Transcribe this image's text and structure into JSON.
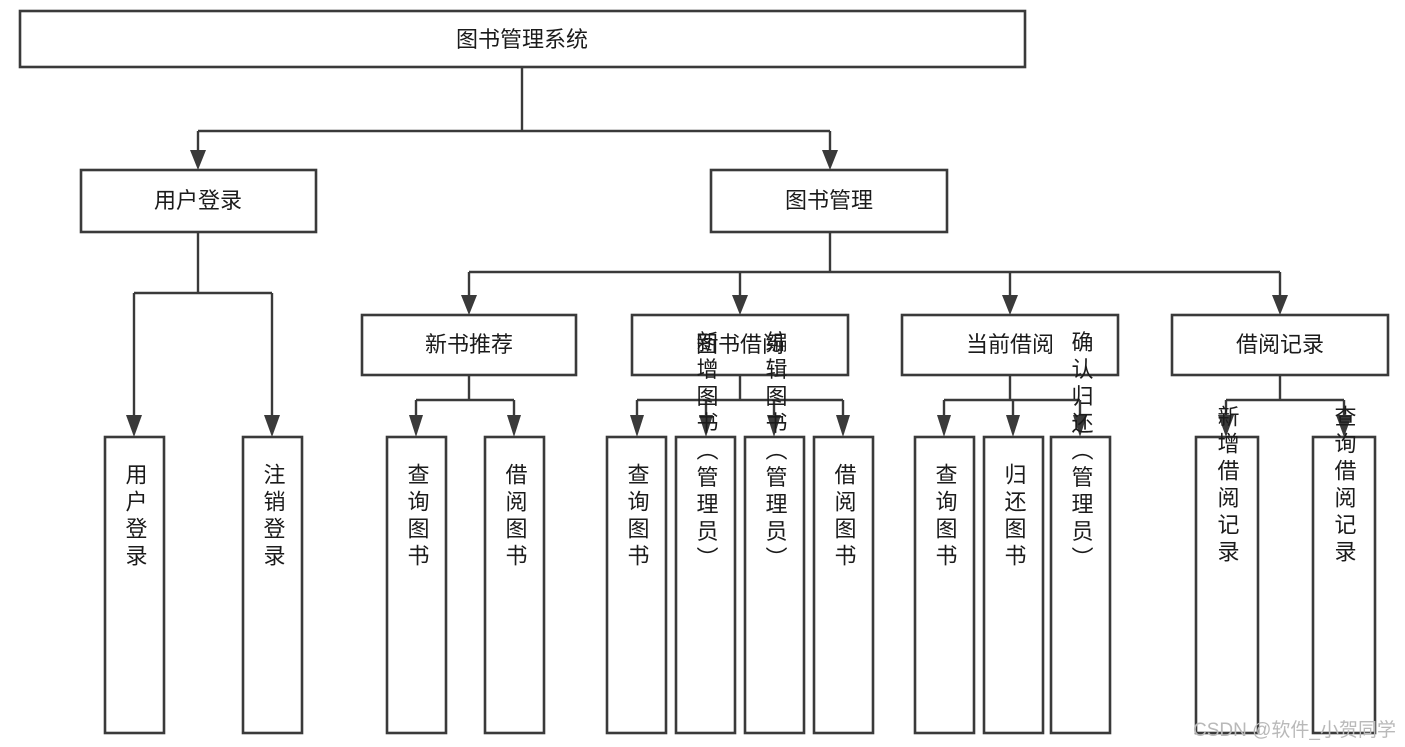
{
  "diagram": {
    "title": "图书管理系统",
    "type": "tree-hierarchy-chart",
    "orientation": "top-down",
    "colors": {
      "box_stroke": "#3a3a3a",
      "box_fill": "#ffffff",
      "text": "#1b1b1b",
      "connector": "#3a3a3a",
      "watermark": "#b9b9b9",
      "background": "#ffffff"
    },
    "root": {
      "label": "图书管理系统"
    },
    "level2": [
      {
        "label": "用户登录"
      },
      {
        "label": "图书管理"
      }
    ],
    "level3": [
      {
        "label": "新书推荐"
      },
      {
        "label": "图书借阅"
      },
      {
        "label": "当前借阅"
      },
      {
        "label": "借阅记录"
      }
    ],
    "leaves": {
      "user_login": [
        {
          "label": "用户登录"
        },
        {
          "label": "注销登录"
        }
      ],
      "new_book_recommend": [
        {
          "label": "查询图书"
        },
        {
          "label": "借阅图书"
        }
      ],
      "book_borrow": [
        {
          "label": "查询图书"
        },
        {
          "label": "新增图书（管理员）"
        },
        {
          "label": "编辑图书（管理员）"
        },
        {
          "label": "借阅图书"
        }
      ],
      "current_borrow": [
        {
          "label": "查询图书"
        },
        {
          "label": "归还图书"
        },
        {
          "label": "确认归还（管理员）"
        }
      ],
      "borrow_record": [
        {
          "label": "新增借阅记录"
        },
        {
          "label": "查询借阅记录"
        }
      ]
    }
  },
  "watermark": {
    "text": "CSDN @软件_小贺同学"
  }
}
